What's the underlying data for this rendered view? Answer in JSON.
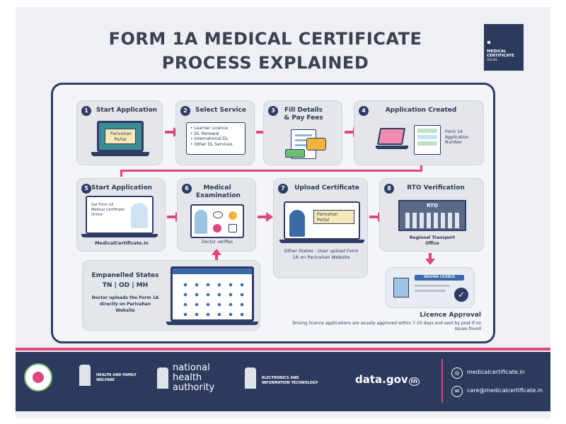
{
  "title_line1": "FORM 1A MEDICAL CERTIFICATE",
  "title_line2": "PROCESS EXPLAINED",
  "brand": {
    "line1": "MEDICAL",
    "line2": "CERTIFICATE",
    "line3": "ONLINE"
  },
  "steps": [
    {
      "num": "1",
      "title": "Start Application",
      "screen_text": "Parivahan Portal"
    },
    {
      "num": "2",
      "title": "Select Service",
      "items": [
        "Learner Licence",
        "DL Renewal",
        "International DL",
        "Other DL Services"
      ]
    },
    {
      "num": "3",
      "title": "Fill Details & Pay Fees"
    },
    {
      "num": "4",
      "title": "Application Created",
      "note": "Form 1A Application Number"
    },
    {
      "num": "5",
      "title": "Start Application",
      "screen_text": "Get Form 1A Medical Certificate Online",
      "caption": "MedicalCertificate.in"
    },
    {
      "num": "6",
      "title": "Medical Examination",
      "caption": "Doctor verifies"
    },
    {
      "num": "7",
      "title": "Upload Certificate",
      "screen_text": "Parivahan Portal",
      "caption": "Other States - User upload Form 1A on Parivahan Website"
    },
    {
      "num": "8",
      "title": "RTO Verification",
      "building": "RTO",
      "caption": "Regional Transport Office"
    }
  ],
  "empanelled": {
    "title": "Empanelled States",
    "states": "TN | OD | MH",
    "desc": "Doctor uploads the Form 1A directly on Parivahan Website"
  },
  "licence": {
    "card_label": "DRIVING LICENCE",
    "title": "Licence Approval",
    "desc": "Driving licence applications are usually approved within 7-10 days and sent by post if no issues found"
  },
  "footer": {
    "ministry1": "HEALTH AND FAMILY WELFARE",
    "nha": "national health authority",
    "ministry2": "ELECTRONICS AND INFORMATION TECHNOLOGY",
    "datagov": "data.gov",
    "datagov_suffix": "in",
    "website": "medicalcertificate.in",
    "email": "care@medicalcertificate.in"
  },
  "colors": {
    "navy": "#2f3d66",
    "pink": "#e0457b",
    "panel": "#e4e6ec"
  }
}
